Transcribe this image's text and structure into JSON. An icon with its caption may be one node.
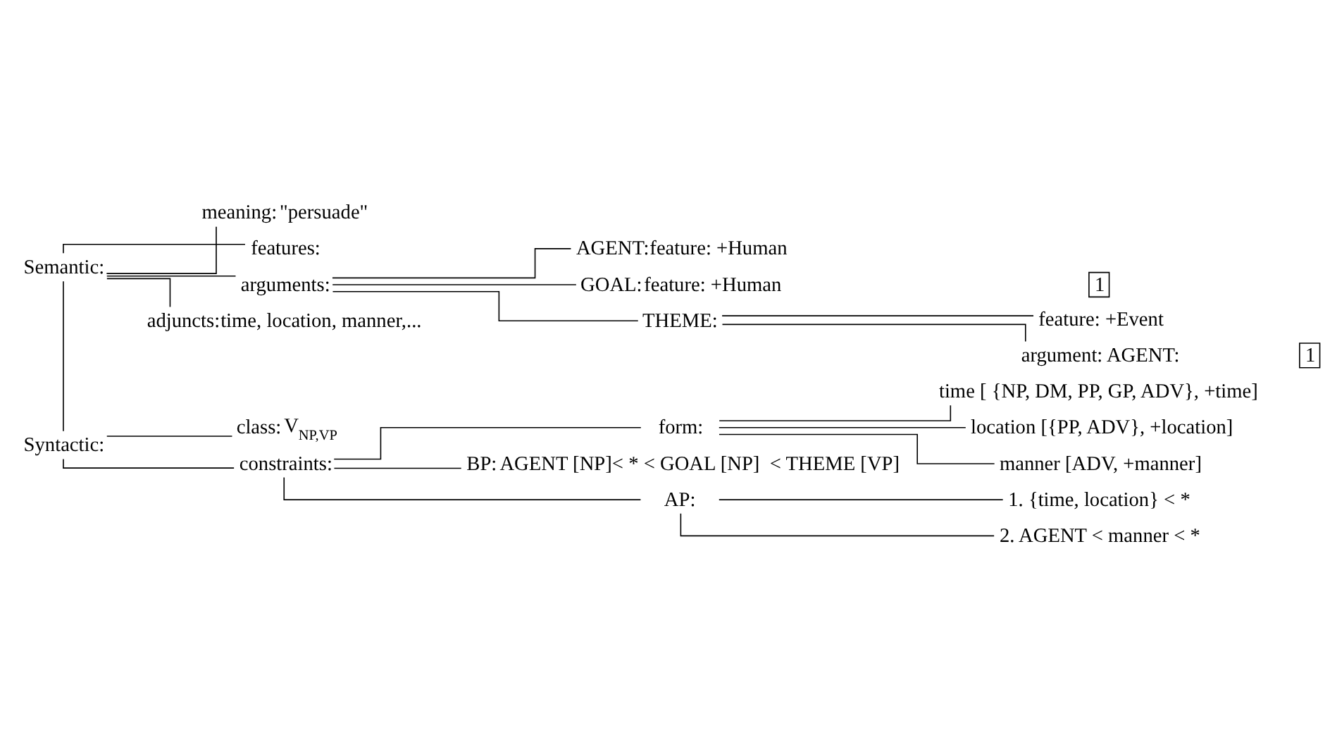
{
  "diagram": {
    "nodes": [
      {
        "text": [
          "Semantic:"
        ]
      },
      {
        "text": [
          "meaning:"
        ],
        "beside": [
          "\"persuade\""
        ]
      },
      {
        "text": [
          "features:"
        ]
      },
      {
        "text": [
          "arguments:"
        ]
      },
      {
        "text": [
          "AGENT:"
        ],
        "beside": [
          "feature: +Human"
        ]
      },
      {
        "text": [
          "GOAL:"
        ],
        "beside": [
          "feature: +Human"
        ]
      },
      {
        "text": [
          "1"
        ]
      },
      {
        "text": [
          "THEME:"
        ]
      },
      {
        "text": [
          "feature: +Event"
        ]
      },
      {
        "text": [
          "argument: AGENT:"
        ]
      },
      {
        "text": [
          "1"
        ]
      },
      {
        "text": [
          "adjuncts:"
        ],
        "beside": [
          "time, location, manner,..."
        ]
      },
      {
        "text": [
          "Syntactic:"
        ]
      },
      {
        "text": [
          "class:"
        ],
        "beside": [
          "V$_{NP,VP}$"
        ]
      },
      {
        "text": [
          "constraints:"
        ]
      },
      {
        "text": [
          "form:"
        ]
      },
      {
        "text": [
          "time [ {NP, DM, PP, GP, ADV}, +time]"
        ]
      },
      {
        "text": [
          "location [{PP, ADV}, +location]"
        ]
      },
      {
        "text": [
          "manner [ADV, +manner]"
        ]
      },
      {
        "text": [
          "BP:"
        ],
        "beside": [
          "AGENT [NP]< * < GOAL [NP]  < THEME [VP]"
        ]
      },
      {
        "text": [
          "AP:"
        ]
      },
      {
        "text": [
          "1. {time, location} < *"
        ]
      },
      {
        "text": [
          "2. AGENT < manner < *"
        ]
      }
    ],
    "edges": [
      {
        "from": 0,
        "to": 12,
        "arrow": "none"
      },
      {
        "from": 0,
        "to": 1,
        "arrow": "none"
      },
      {
        "from": 0,
        "to": 2,
        "arrow": "none"
      },
      {
        "from": 0,
        "to": 3,
        "arrow": "none"
      },
      {
        "from": 0,
        "to": 11,
        "arrow": "none"
      },
      {
        "from": 3,
        "to": 4,
        "arrow": "none"
      },
      {
        "from": 3,
        "to": 5,
        "arrow": "none"
      },
      {
        "from": 3,
        "to": 7,
        "arrow": "none"
      },
      {
        "from": 7,
        "to": 8,
        "arrow": "none"
      },
      {
        "from": 7,
        "to": 9,
        "arrow": "none"
      },
      {
        "from": 12,
        "to": 13,
        "arrow": "none"
      },
      {
        "from": 12,
        "to": 14,
        "arrow": "none"
      },
      {
        "from": 14,
        "to": 15,
        "arrow": "none"
      },
      {
        "from": 14,
        "to": 19,
        "arrow": "none"
      },
      {
        "from": 14,
        "to": 20,
        "arrow": "none"
      },
      {
        "from": 15,
        "to": 16,
        "arrow": "none"
      },
      {
        "from": 15,
        "to": 17,
        "arrow": "none"
      },
      {
        "from": 15,
        "to": 18,
        "arrow": "none"
      },
      {
        "from": 20,
        "to": 21,
        "arrow": "none"
      },
      {
        "from": 20,
        "to": 22,
        "arrow": "none"
      }
    ]
  }
}
